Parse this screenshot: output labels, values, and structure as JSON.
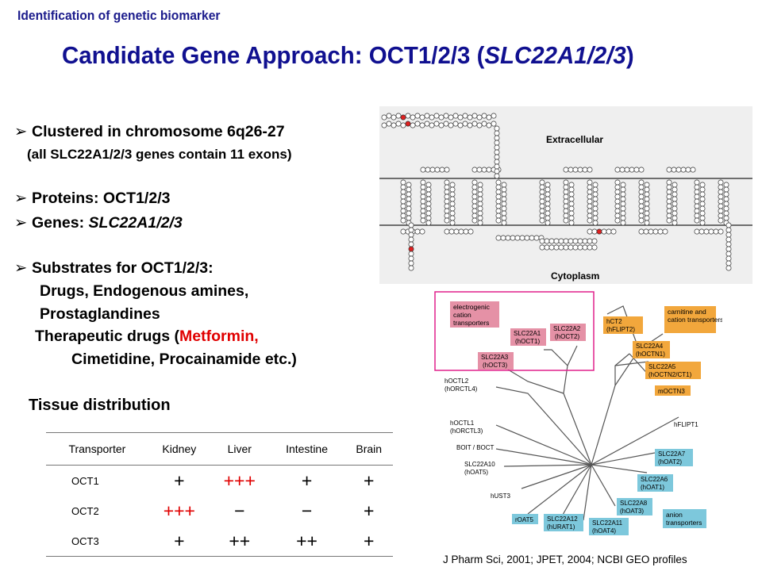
{
  "header": {
    "label": "Identification of genetic biomarker"
  },
  "title": {
    "prefix": "Candidate Gene Approach: OCT1/2/3 (",
    "italic": "SLC22A1/2/3",
    "suffix": ")"
  },
  "bullets": {
    "chromosome": "Clustered in chromosome 6q26-27",
    "chromosome_note": "(all SLC22A1/2/3 genes contain 11 exons)",
    "proteins": "Proteins: OCT1/2/3",
    "genes_prefix": "Genes: ",
    "genes_italic": "SLC22A1/2/3",
    "substrates": "Substrates for OCT1/2/3:",
    "substrates_line1": "Drugs, Endogenous amines,",
    "substrates_line2": "Prostaglandines",
    "therapeutic_prefix": "Therapeutic drugs (",
    "therapeutic_red": "Metformin,",
    "therapeutic_line2": "Cimetidine, Procainamide etc.)"
  },
  "tissue": {
    "heading": "Tissue distribution",
    "columns": [
      "Transporter",
      "Kidney",
      "Liver",
      "Intestine",
      "Brain"
    ],
    "rows": [
      {
        "name": "OCT1",
        "cells": [
          "+",
          "+++",
          "+",
          "+"
        ]
      },
      {
        "name": "OCT2",
        "cells": [
          "+++",
          "−",
          "−",
          "+"
        ]
      },
      {
        "name": "OCT3",
        "cells": [
          "+",
          "++",
          "++",
          "+"
        ]
      }
    ],
    "red_cells": [
      "OCT1-Liver",
      "OCT2-Kidney"
    ]
  },
  "membrane_diagram": {
    "extracellular_label": "Extracellular",
    "cytoplasm_label": "Cytoplasm"
  },
  "tree": {
    "groups": {
      "electrogenic": "electrogenic cation transporters",
      "carnitine": "carnitine and cation transporters",
      "anion": "anion transporters"
    },
    "leaves": {
      "slc22a1_name": "SLC22A1",
      "slc22a1_sub": "(hOCT1)",
      "slc22a2_name": "SLC22A2",
      "slc22a2_sub": "(hOCT2)",
      "slc22a3_name": "SLC22A3",
      "slc22a3_sub": "(hOCT3)",
      "hct2_name": "hCT2",
      "hct2_sub": "(hFLIPT2)",
      "slc22a4_name": "SLC22A4",
      "slc22a4_sub": "(hOCTN1)",
      "slc22a5_name": "SLC22A5",
      "slc22a5_sub": "(hOCTN2/CT1)",
      "moctn3": "mOCTN3",
      "hflipt1": "hFLIPT1",
      "hoctl2_name": "hOCTL2",
      "hoctl2_sub": "(hORCTL4)",
      "hoctl1_name": "hOCTL1",
      "hoctl1_sub": "(hORCTL3)",
      "boit": "BOIT / BOCT",
      "slc22a10_name": "SLC22A10",
      "slc22a10_sub": "(hOAT5)",
      "hust3": "hUST3",
      "roat5": "rOAT5",
      "slc22a12_name": "SLC22A12",
      "slc22a12_sub": "(hURAT1)",
      "slc22a11_name": "SLC22A11",
      "slc22a11_sub": "(hOAT4)",
      "slc22a8_name": "SLC22A8",
      "slc22a8_sub": "(hOAT3)",
      "slc22a6_name": "SLC22A6",
      "slc22a6_sub": "(hOAT1)",
      "slc22a7_name": "SLC22A7",
      "slc22a7_sub": "(hOAT2)"
    },
    "colors": {
      "pink": "#e591a6",
      "orange": "#f2a73c",
      "blue": "#7dc8dc",
      "highlight": "#e0208c"
    }
  },
  "citation": "J Pharm Sci, 2001; JPET, 2004; NCBI GEO profiles"
}
